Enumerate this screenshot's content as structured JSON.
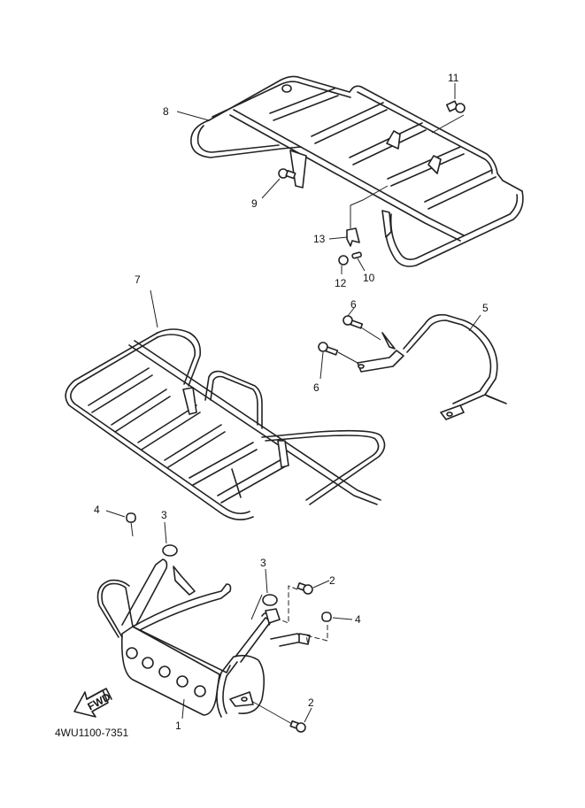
{
  "diagram": {
    "title_code": "4WU1100-7351",
    "fwd_label": "FWD",
    "callouts": [
      {
        "id": "c1",
        "num": "1",
        "part": "front-guard"
      },
      {
        "id": "c2a",
        "num": "2",
        "part": "bolt"
      },
      {
        "id": "c2b",
        "num": "2",
        "part": "bolt"
      },
      {
        "id": "c3a",
        "num": "3",
        "part": "cap"
      },
      {
        "id": "c3b",
        "num": "3",
        "part": "cap"
      },
      {
        "id": "c4a",
        "num": "4",
        "part": "cap"
      },
      {
        "id": "c4b",
        "num": "4",
        "part": "cap"
      },
      {
        "id": "c5",
        "num": "5",
        "part": "rear-bracket"
      },
      {
        "id": "c6a",
        "num": "6",
        "part": "bolt"
      },
      {
        "id": "c6b",
        "num": "6",
        "part": "bolt"
      },
      {
        "id": "c7",
        "num": "7",
        "part": "front-carrier"
      },
      {
        "id": "c8",
        "num": "8",
        "part": "rear-carrier"
      },
      {
        "id": "c9",
        "num": "9",
        "part": "bolt"
      },
      {
        "id": "c10",
        "num": "10",
        "part": "pin"
      },
      {
        "id": "c11",
        "num": "11",
        "part": "bolt"
      },
      {
        "id": "c12",
        "num": "12",
        "part": "nut"
      },
      {
        "id": "c13",
        "num": "13",
        "part": "clip"
      }
    ]
  }
}
